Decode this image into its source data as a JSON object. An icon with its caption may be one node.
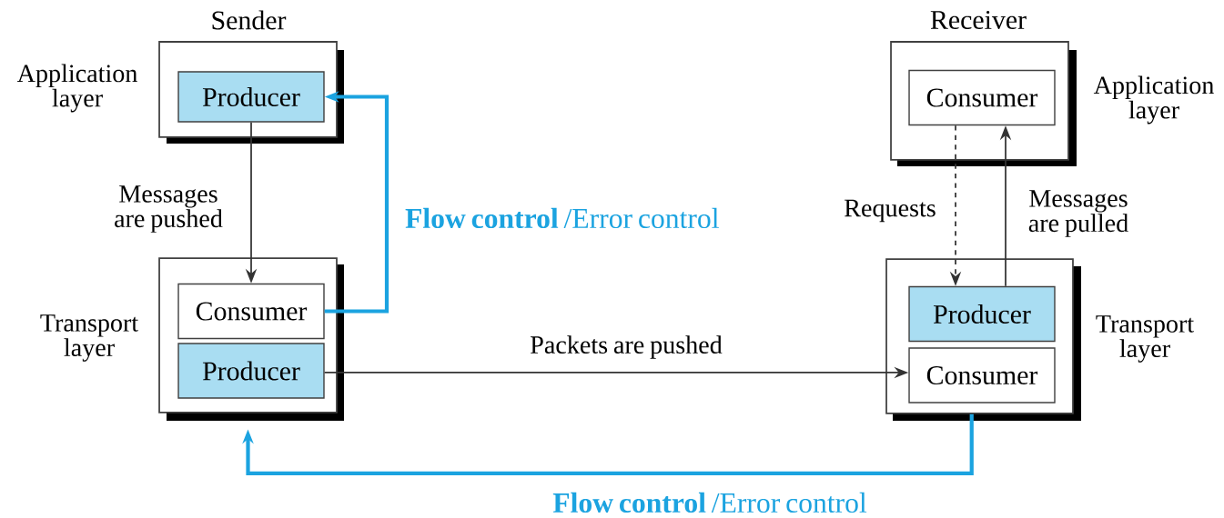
{
  "diagram": {
    "nodes": [
      {
        "text": [
          "Sender"
        ],
        "beside": [
          "Application layer"
        ]
      },
      {
        "text": [
          "Producer"
        ],
        "in": 0
      },
      {
        "text": [],
        "shape": "box",
        "beside": [
          "Transport layer"
        ]
      },
      {
        "text": [
          "Consumer"
        ],
        "in": 2
      },
      {
        "text": [
          "Producer"
        ],
        "in": 2
      },
      {
        "text": [
          "Receiver"
        ],
        "beside": [
          "Application layer"
        ]
      },
      {
        "text": [
          "Consumer"
        ],
        "in": 5
      },
      {
        "text": [],
        "shape": "box",
        "beside": [
          "Transport layer"
        ]
      },
      {
        "text": [
          "Producer"
        ],
        "in": 7
      },
      {
        "text": [
          "Consumer"
        ],
        "in": 7
      }
    ],
    "edges": [
      {
        "from": 1,
        "to": 3,
        "arrow": "to",
        "label": "Messages are pushed"
      },
      {
        "from": 3,
        "to": 1,
        "arrow": "to",
        "label": "**Flow control** /Error control",
        "style": "thick",
        "color": "#1ba3e0"
      },
      {
        "from": 4,
        "to": 9,
        "arrow": "to",
        "label": "Packets are pushed"
      },
      {
        "from": 6,
        "to": 8,
        "arrow": "to",
        "label": "Requests",
        "style": "dashed"
      },
      {
        "from": 8,
        "to": 6,
        "arrow": "to",
        "label": "Messages are pulled"
      },
      {
        "from": 7,
        "to": 2,
        "arrow": "to",
        "label": "**Flow control** /Error control",
        "style": "thick",
        "color": "#1ba3e0"
      }
    ]
  }
}
